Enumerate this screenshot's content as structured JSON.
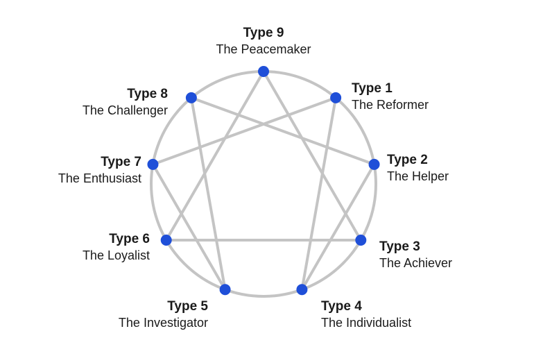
{
  "colors": {
    "line": "#c4c4c4",
    "node": "#1f4fd8",
    "text": "#1a1a1a"
  },
  "types": [
    {
      "id": 9,
      "type": "Type 9",
      "name": "The Peacemaker"
    },
    {
      "id": 1,
      "type": "Type 1",
      "name": "The Reformer"
    },
    {
      "id": 2,
      "type": "Type 2",
      "name": "The Helper"
    },
    {
      "id": 3,
      "type": "Type 3",
      "name": "The Achiever"
    },
    {
      "id": 4,
      "type": "Type 4",
      "name": "The Individualist"
    },
    {
      "id": 5,
      "type": "Type 5",
      "name": "The Investigator"
    },
    {
      "id": 6,
      "type": "Type 6",
      "name": "The Loyalist"
    },
    {
      "id": 7,
      "type": "Type 7",
      "name": "The Enthusiast"
    },
    {
      "id": 8,
      "type": "Type 8",
      "name": "The Challenger"
    }
  ],
  "connections": [
    [
      9,
      3
    ],
    [
      3,
      6
    ],
    [
      6,
      9
    ],
    [
      1,
      4
    ],
    [
      4,
      2
    ],
    [
      2,
      8
    ],
    [
      8,
      5
    ],
    [
      5,
      7
    ],
    [
      7,
      1
    ]
  ]
}
